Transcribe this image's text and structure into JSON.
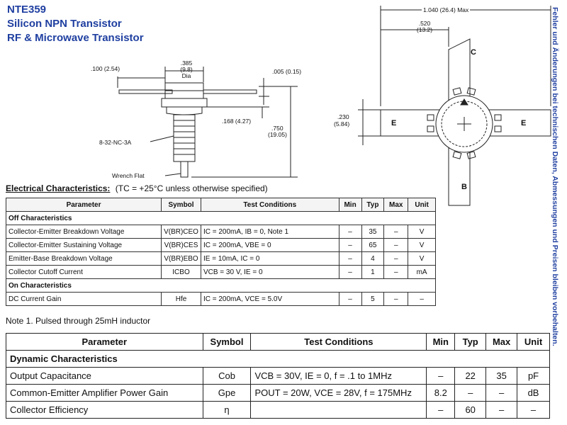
{
  "header": {
    "part": "NTE359",
    "line1": "Silicon NPN Transistor",
    "line2": "RF & Microwave Transistor"
  },
  "side_note": "Fehler und Änderungen bei technischen Daten, Abmessungen und Preisen bleiben vorbehalten.",
  "drawing_left": {
    "dim_lead": ".100 (2.54)",
    "dim_dia_1": ".385",
    "dim_dia_2": "(9.8)",
    "dim_dia_3": "Dia",
    "dim_thick": ".005 (0.15)",
    "dim_step": ".168 (4.27)",
    "dim_height_1": ".750",
    "dim_height_2": "(19.05)",
    "thread": "8-32-NC-3A",
    "wrench": "Wrench Flat"
  },
  "drawing_right": {
    "dim_width": "1.040 (26.4) Max",
    "dim_lead_1": ".520",
    "dim_lead_2": "(13.2)",
    "dim_side_1": ".230",
    "dim_side_2": "(5.84)",
    "lbl_c": "C",
    "lbl_e_left": "E",
    "lbl_e_right": "E",
    "lbl_b": "B"
  },
  "ec_heading": {
    "label": "Electrical Characteristics:",
    "cond": "(TC = +25°C unless otherwise specified)"
  },
  "table1": {
    "headers": [
      "Parameter",
      "Symbol",
      "Test Conditions",
      "Min",
      "Typ",
      "Max",
      "Unit"
    ],
    "section_off": "Off Characteristics",
    "rows_off": [
      {
        "p": "Collector-Emitter Breakdown Voltage",
        "s": "V(BR)CEO",
        "t": "IC = 200mA, IB = 0, Note 1",
        "min": "–",
        "typ": "35",
        "max": "–",
        "u": "V"
      },
      {
        "p": "Collector-Emitter Sustaining Voltage",
        "s": "V(BR)CES",
        "t": "IC = 200mA, VBE = 0",
        "min": "–",
        "typ": "65",
        "max": "–",
        "u": "V"
      },
      {
        "p": "Emitter-Base Breakdown Voltage",
        "s": "V(BR)EBO",
        "t": "IE = 10mA, IC = 0",
        "min": "–",
        "typ": "4",
        "max": "–",
        "u": "V"
      },
      {
        "p": "Collector Cutoff Current",
        "s": "ICBO",
        "t": "VCB = 30 V, IE = 0",
        "min": "–",
        "typ": "1",
        "max": "–",
        "u": "mA"
      }
    ],
    "section_on": "On Characteristics",
    "rows_on": [
      {
        "p": "DC Current Gain",
        "s": "Hfe",
        "t": "IC = 200mA, VCE = 5.0V",
        "min": "–",
        "typ": "5",
        "max": "–",
        "u": "–"
      }
    ]
  },
  "note": "Note  1. Pulsed through 25mH inductor",
  "table2": {
    "headers": [
      "Parameter",
      "Symbol",
      "Test Conditions",
      "Min",
      "Typ",
      "Max",
      "Unit"
    ],
    "section": "Dynamic Characteristics",
    "rows": [
      {
        "p": "Output Capacitance",
        "s": "Cob",
        "t": "VCB = 30V, IE = 0, f = .1 to 1MHz",
        "min": "–",
        "typ": "22",
        "max": "35",
        "u": "pF"
      },
      {
        "p": "Common-Emitter Amplifier Power Gain",
        "s": "Gpe",
        "t": "POUT = 20W, VCE = 28V, f = 175MHz",
        "min": "8.2",
        "typ": "–",
        "max": "–",
        "u": "dB"
      },
      {
        "p": "Collector Efficiency",
        "s": "η",
        "t": "",
        "min": "–",
        "typ": "60",
        "max": "–",
        "u": "–"
      }
    ]
  }
}
